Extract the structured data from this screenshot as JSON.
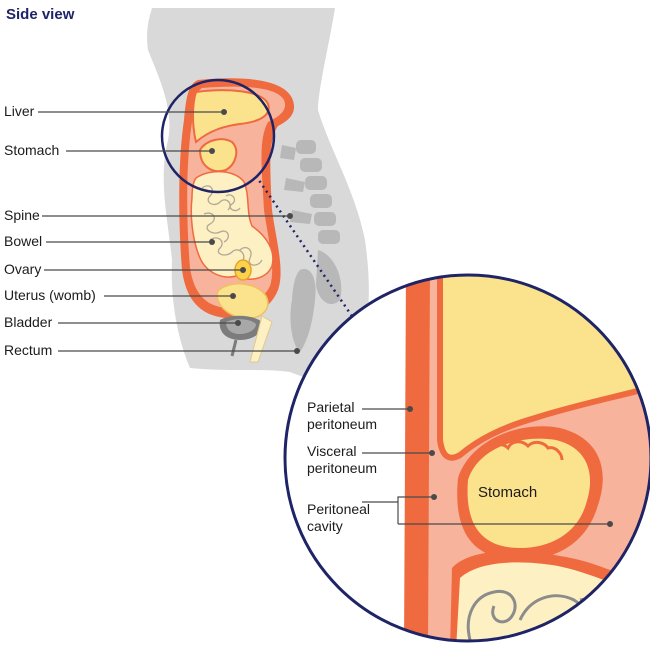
{
  "title": "Side view",
  "labels": {
    "liver": "Liver",
    "stomach": "Stomach",
    "spine": "Spine",
    "bowel": "Bowel",
    "ovary": "Ovary",
    "uterus": "Uterus (womb)",
    "bladder": "Bladder",
    "rectum": "Rectum"
  },
  "zoom": {
    "parietal": [
      "Parietal",
      "peritoneum"
    ],
    "visceral": [
      "Visceral",
      "peritoneum"
    ],
    "cavity": [
      "Peritoneal",
      "cavity"
    ],
    "stomach": "Stomach"
  },
  "colors": {
    "body": "#d9d9d9",
    "wall": "#f06a3f",
    "cavity": "#f7b39b",
    "organ": "#fbe38d",
    "organ_light": "#fdf0c2",
    "circle": "#1f2467",
    "leader": "#4a4a4a",
    "title": "#1f2467"
  }
}
